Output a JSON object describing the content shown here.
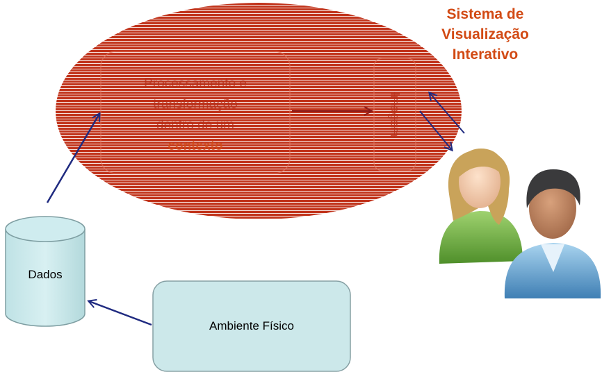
{
  "system_title": {
    "lines": [
      "Sistema de",
      "Visualização",
      "Interativo"
    ],
    "color": "#d24a14"
  },
  "process_box": {
    "lines": [
      "Processamento e",
      "transformação",
      "dentro de um",
      "contexto"
    ]
  },
  "image_box": {
    "label": "Imagem"
  },
  "data_store": {
    "label": "Dados"
  },
  "environment": {
    "label": "Ambiente Físico"
  },
  "people_icon": {
    "name": "users-icon"
  },
  "colors": {
    "ellipse_fill": "#c1341c",
    "ellipse_stripe": "#ffffff",
    "box_fill": "#cce8ea",
    "box_stroke": "#86a0a4",
    "arrow": "#1f2a80"
  }
}
